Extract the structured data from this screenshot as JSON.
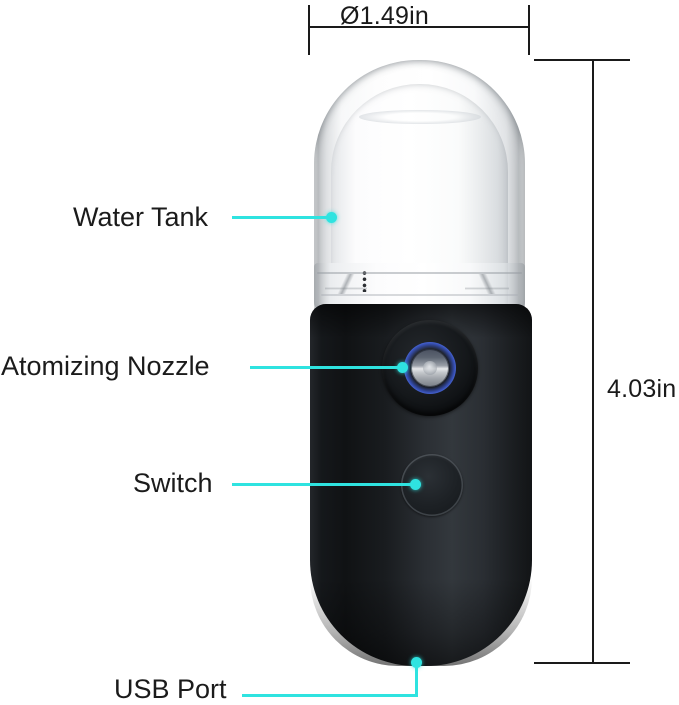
{
  "product": {
    "name": "nano-mist-sprayer",
    "accent_color": "#2fe3e0",
    "body_color": "#15181b",
    "tank_color": "#f7f8f9",
    "nozzle_glow_color": "#5c80ff"
  },
  "dimensions": {
    "width": {
      "label": "Ø1.49in",
      "name": "diameter-dimension"
    },
    "height": {
      "label": "4.03in",
      "name": "height-dimension"
    }
  },
  "callouts": [
    {
      "id": "water-tank",
      "label": "Water Tank",
      "target": "tank"
    },
    {
      "id": "atomizing-nozzle",
      "label": "Atomizing Nozzle",
      "target": "nozzle"
    },
    {
      "id": "switch",
      "label": "Switch",
      "target": "switch-button"
    },
    {
      "id": "usb-port",
      "label": "USB Port",
      "target": "bottom-port"
    }
  ]
}
